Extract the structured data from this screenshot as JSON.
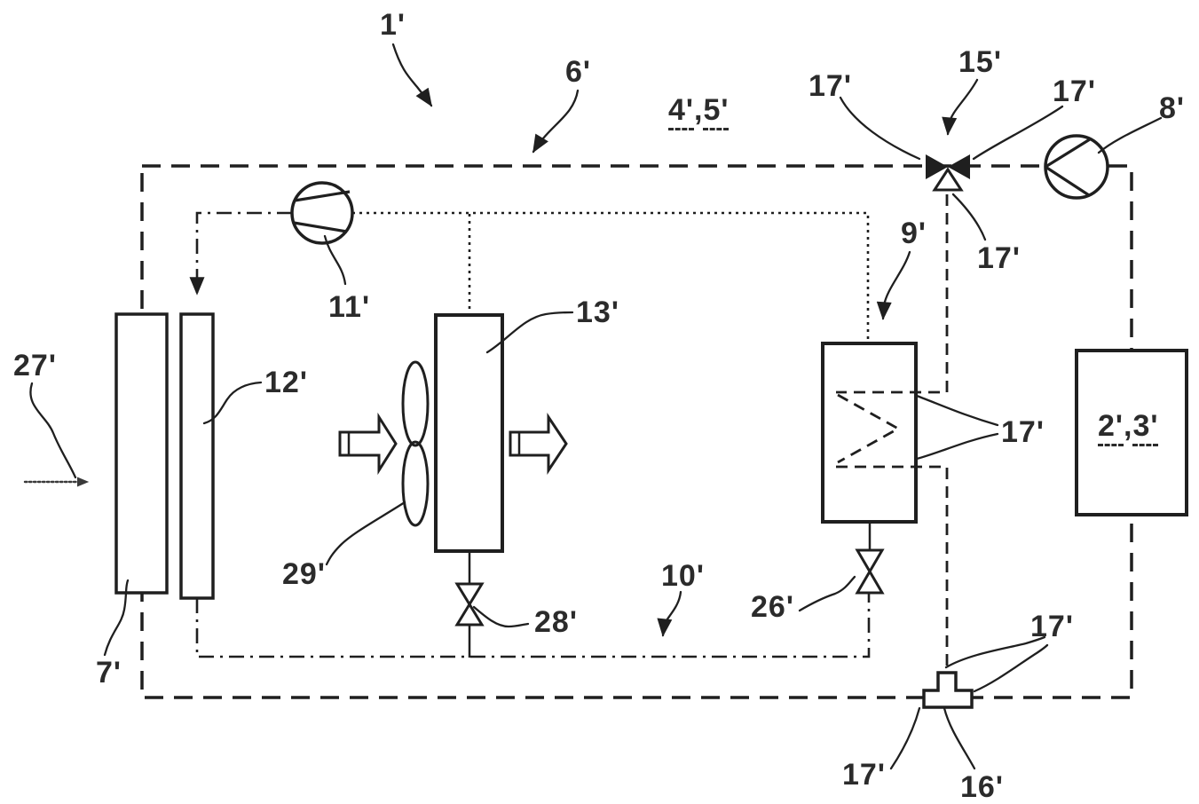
{
  "colors": {
    "ink": "#1f1f1f",
    "background": "#ffffff"
  },
  "labels": {
    "ref1": {
      "text": "1'"
    },
    "ref6": {
      "text": "6'"
    },
    "ref45": {
      "part1": "4'",
      "separator": ",",
      "part2": "5'"
    },
    "ref17_top_left": {
      "text": "17'"
    },
    "ref15": {
      "text": "15'"
    },
    "ref17_top_right": {
      "text": "17'"
    },
    "ref8": {
      "text": "8'"
    },
    "ref17_below_valve": {
      "text": "17'"
    },
    "ref9": {
      "text": "9'"
    },
    "ref23": {
      "part1": "2'",
      "separator": ",",
      "part2": "3'"
    },
    "ref17_heat_exchanger": {
      "text": "17'"
    },
    "ref27": {
      "text": "27'"
    },
    "ref12": {
      "text": "12'"
    },
    "ref13": {
      "text": "13'"
    },
    "ref11": {
      "text": "11'"
    },
    "ref29": {
      "text": "29'"
    },
    "ref28": {
      "text": "28'"
    },
    "ref10": {
      "text": "10'"
    },
    "ref26": {
      "text": "26'"
    },
    "ref17_tee_upper": {
      "text": "17'"
    },
    "ref7": {
      "text": "7'"
    },
    "ref17_tee_lower": {
      "text": "17'"
    },
    "ref16": {
      "text": "16'"
    }
  }
}
